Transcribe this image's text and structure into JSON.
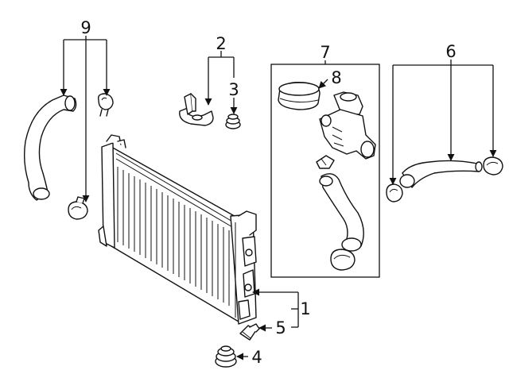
{
  "diagram": {
    "callouts": [
      {
        "id": "c1",
        "label": "1"
      },
      {
        "id": "c2",
        "label": "2"
      },
      {
        "id": "c3",
        "label": "3"
      },
      {
        "id": "c4",
        "label": "4"
      },
      {
        "id": "c5",
        "label": "5"
      },
      {
        "id": "c6",
        "label": "6"
      },
      {
        "id": "c7",
        "label": "7"
      },
      {
        "id": "c8",
        "label": "8"
      },
      {
        "id": "c9",
        "label": "9"
      }
    ],
    "parts": [
      {
        "callout": "1",
        "icon": "radiator-icon"
      },
      {
        "callout": "2",
        "icon": "mounting-bracket-icon"
      },
      {
        "callout": "3",
        "icon": "rubber-insulator-icon"
      },
      {
        "callout": "4",
        "icon": "lower-insulator-icon"
      },
      {
        "callout": "5",
        "icon": "drain-plug-icon"
      },
      {
        "callout": "6",
        "icon": "lower-hose-assembly-icon"
      },
      {
        "callout": "7",
        "icon": "reservoir-hose-assembly-icon"
      },
      {
        "callout": "8",
        "icon": "reservoir-cap-icon"
      },
      {
        "callout": "9",
        "icon": "upper-hose-assembly-icon"
      }
    ]
  }
}
